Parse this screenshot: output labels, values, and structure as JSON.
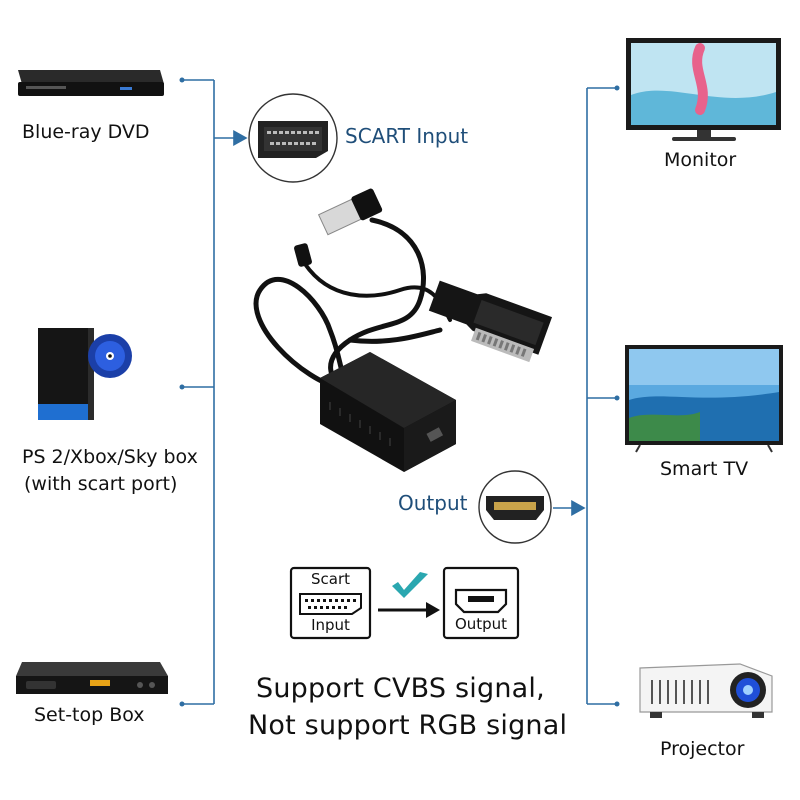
{
  "sources": [
    {
      "label": "Blue-ray DVD",
      "icon": "blu-ray-player-icon"
    },
    {
      "label": "PS 2/Xbox/Sky box",
      "sublabel": "(with scart port)",
      "icon": "game-console-icon"
    },
    {
      "label": "Set-top Box",
      "icon": "set-top-box-icon"
    }
  ],
  "input": {
    "label": "SCART Input",
    "icon": "scart-connector-icon"
  },
  "output": {
    "label": "Output",
    "icon": "hdmi-connector-icon"
  },
  "devices": [
    {
      "label": "Monitor",
      "icon": "monitor-icon"
    },
    {
      "label": "Smart TV",
      "icon": "smart-tv-icon"
    },
    {
      "label": "Projector",
      "icon": "projector-icon"
    }
  ],
  "conversion": {
    "from": {
      "line1": "Scart",
      "line2": "Input"
    },
    "to": "Output"
  },
  "notes": {
    "line1": "Support CVBS signal,",
    "line2": "Not support RGB signal"
  },
  "colors": {
    "line": "#2f6ea3",
    "label_blue": "#1f4e79",
    "check": "#2aa7b0"
  }
}
